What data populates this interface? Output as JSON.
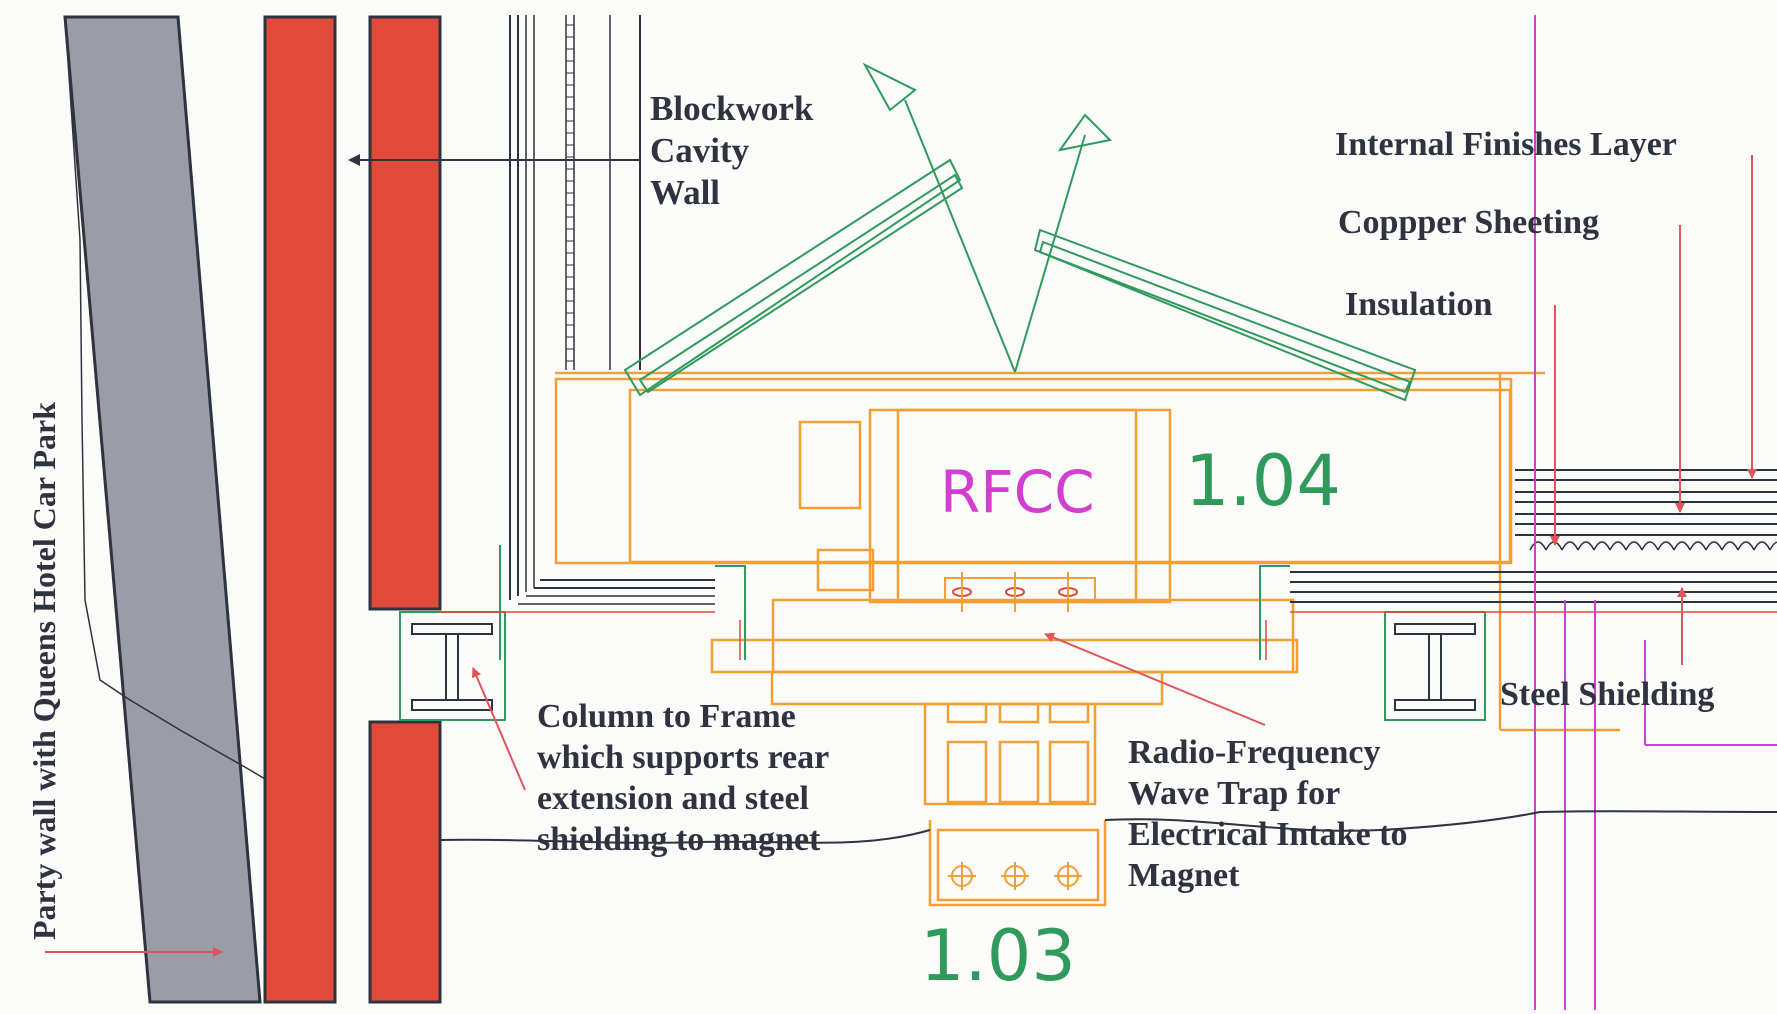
{
  "labels": {
    "party_wall": "Party wall with Queens Hotel Car Park",
    "blockwork_1": "Blockwork",
    "blockwork_2": "Cavity",
    "blockwork_3": "Wall",
    "internal_finishes": "Internal Finishes Layer",
    "copper_sheeting": "Coppper Sheeting",
    "insulation": "Insulation",
    "steel_shielding": "Steel Shielding",
    "column_1": "Column to Frame",
    "column_2": "which supports rear",
    "column_3": "extension and steel",
    "column_4": "shielding to magnet",
    "rf_1": "Radio-Frequency",
    "rf_2": "Wave Trap for",
    "rf_3": "Electrical Intake to",
    "rf_4": "Magnet"
  },
  "rooms": {
    "rfcc": "RFCC",
    "room_104": "1.04",
    "room_103": "1.03"
  },
  "colors": {
    "wall_red": "#e04a3a",
    "party_wall_grey": "#9a9ca6",
    "orange": "#f2a035",
    "green": "#2f9a5c",
    "magenta": "#d23fd0",
    "arrow_red": "#e0555a",
    "ink": "#2e3340"
  }
}
